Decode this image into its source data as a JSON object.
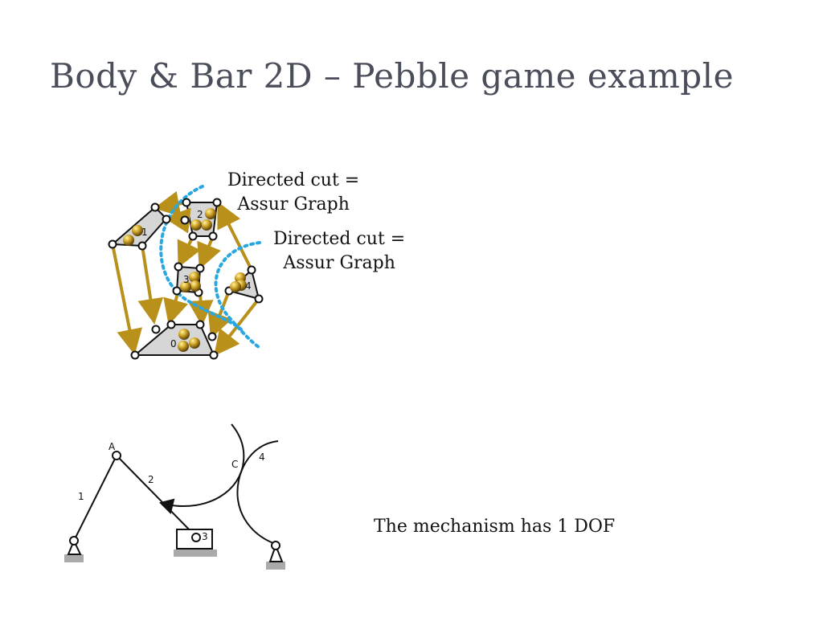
{
  "slide": {
    "title": "Body & Bar 2D – Pebble game example"
  },
  "captions": {
    "cut_a_line1": "Directed cut =",
    "cut_a_line2": "Assur Graph",
    "cut_b_line1": "Directed cut =",
    "cut_b_line2": "Assur Graph",
    "dof": "The mechanism has 1 DOF"
  },
  "pebble_graph": {
    "bodies": [
      {
        "id": "0",
        "pebbles": 3
      },
      {
        "id": "1",
        "pebbles": 2
      },
      {
        "id": "2",
        "pebbles": 3
      },
      {
        "id": "3",
        "pebbles": 3
      },
      {
        "id": "4",
        "pebbles": 3
      }
    ]
  },
  "mechanism": {
    "joint_labels": [
      "A",
      "C"
    ],
    "link_labels": [
      "1",
      "2",
      "3",
      "4"
    ]
  },
  "colors": {
    "arrow": "#b8901a",
    "cut": "#29a8e0",
    "body_fill": "#d6d6d6",
    "ground": "#aaaaaa"
  }
}
